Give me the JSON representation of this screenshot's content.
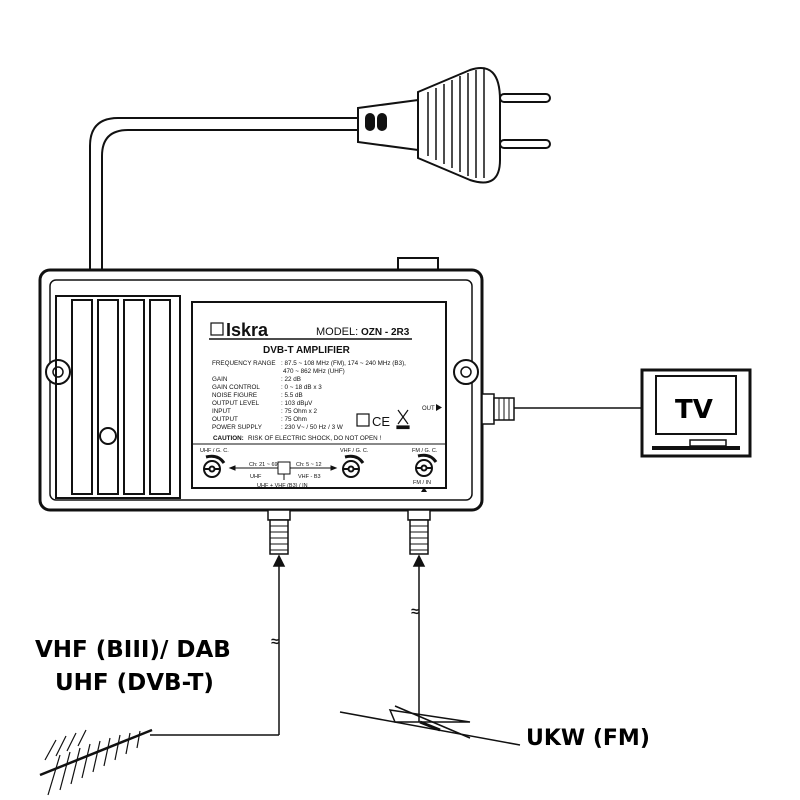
{
  "label": {
    "brand": "Iskra",
    "model_prefix": "MODEL:",
    "model": "OZN - 2R3",
    "title": "DVB-T AMPLIFIER",
    "specs": [
      {
        "k": "FREQUENCY RANGE",
        "v": ": 87.5 ~ 108 MHz (FM), 174 ~ 240 MHz (B3),"
      },
      {
        "k": "",
        "v": "470 ~ 862 MHz (UHF)"
      },
      {
        "k": "GAIN",
        "v": ": 22 dB"
      },
      {
        "k": "GAIN CONTROL",
        "v": ": 0 ~ 18 dB x 3"
      },
      {
        "k": "NOISE FIGURE",
        "v": ": 5.5 dB"
      },
      {
        "k": "OUTPUT LEVEL",
        "v": ": 103 dBµV"
      },
      {
        "k": "INPUT",
        "v": ": 75 Ohm x 2"
      },
      {
        "k": "OUTPUT",
        "v": ": 75 Ohm"
      },
      {
        "k": "POWER SUPPLY",
        "v": ": 230 V~ / 50 Hz / 3 W"
      }
    ],
    "caution_label": "CAUTION:",
    "caution_text": "RISK OF ELECTRIC SHOCK, DO NOT OPEN !",
    "ce_mark": "CE",
    "out_label": "OUT",
    "knobs": {
      "uhf": "UHF / G. C.",
      "vhf": "VHF / G. C.",
      "fm": "FM / G. C."
    },
    "uhf_channels": "Ch: 21 ~ 69",
    "uhf_text": "UHF",
    "vhf_channels": "Ch: 5 ~ 12",
    "vhf_text": "VHF - B3",
    "combined_input": "UHF + VHF (B3) / IN",
    "fm_input": "FM / IN"
  },
  "tv_label": "TV",
  "antenna_labels": {
    "vhf_dab": "VHF (BIII)/ DAB",
    "uhf_dvbt": "UHF (DVB-T)",
    "ukw_fm": "UKW (FM)"
  },
  "cable_break_symbol": "≈"
}
